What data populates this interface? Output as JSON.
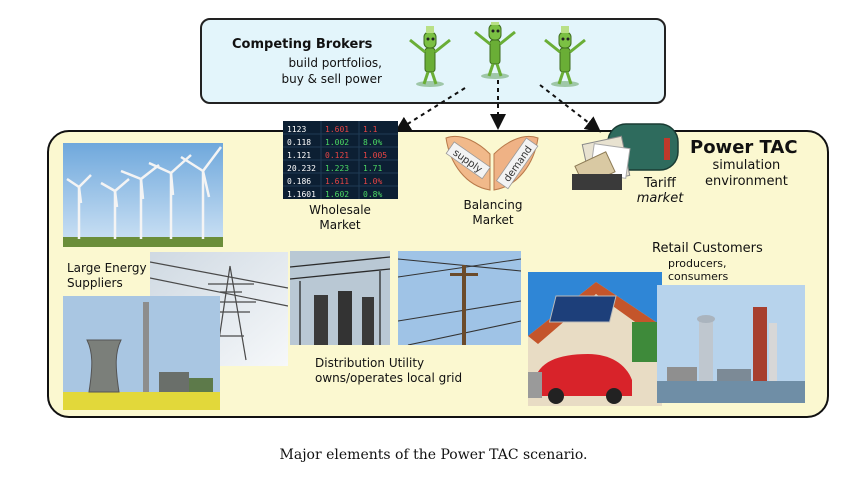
{
  "brokers": {
    "title": "Competing Brokers",
    "line1": "build portfolios,",
    "line2": "buy & sell power"
  },
  "power_tac": {
    "title": "Power TAC",
    "line1": "simulation",
    "line2": "environment"
  },
  "wholesale": {
    "line1": "Wholesale",
    "line2": "Market"
  },
  "balancing": {
    "line1": "Balancing",
    "line2": "Market",
    "hand_left": "supply",
    "hand_right": "demand"
  },
  "tariff": {
    "line1": "Tariff",
    "line2": "market"
  },
  "suppliers": {
    "line1": "Large Energy",
    "line2": "Suppliers"
  },
  "distribution": {
    "line1": "Distribution Utility",
    "line2": "owns/operates local  grid"
  },
  "retail": {
    "title": "Retail Customers",
    "line1": "producers,",
    "line2": "consumers"
  },
  "ticker": {
    "rows": [
      [
        "1123",
        "1.601",
        "1.1"
      ],
      [
        "0.118",
        "1.002",
        "8.0%"
      ],
      [
        "1.121",
        "0.121",
        "1.005"
      ],
      [
        "20.232",
        "1.223",
        "1.71"
      ],
      [
        "0.186",
        "1.611",
        "1.0%"
      ],
      [
        "1.1601",
        "1.602",
        "0.8%"
      ]
    ]
  },
  "caption": "Major elements of the Power TAC scenario.",
  "colors": {
    "broker_fill": "#e3f5fb",
    "main_fill": "#fbf8d0",
    "robot_green": "#7bc043"
  }
}
